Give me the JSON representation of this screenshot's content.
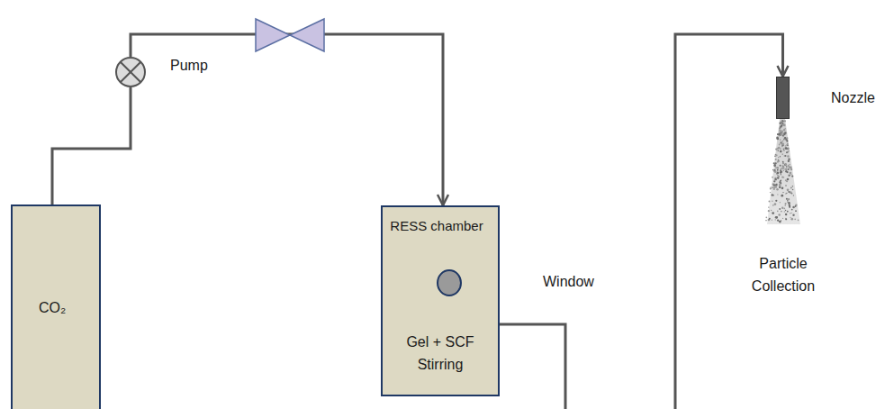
{
  "diagram": {
    "nodes": [
      {
        "text": [
          "CO₂"
        ]
      },
      {
        "text": [
          "Pump"
        ]
      },
      {
        "text": [
          "RESS chamber",
          "Gel + SCF Stirring"
        ]
      },
      {
        "text": [
          "Window"
        ],
        "in": 2
      },
      {
        "text": [
          "Nozzle"
        ]
      }
    ],
    "edges": [
      {
        "from": 0,
        "to": 1,
        "arrow": "none"
      },
      {
        "from": 1,
        "to": 2,
        "arrow": "to"
      },
      {
        "from": 2,
        "to": 4,
        "arrow": "to"
      }
    ],
    "labels": [
      "Particle Collection"
    ]
  }
}
